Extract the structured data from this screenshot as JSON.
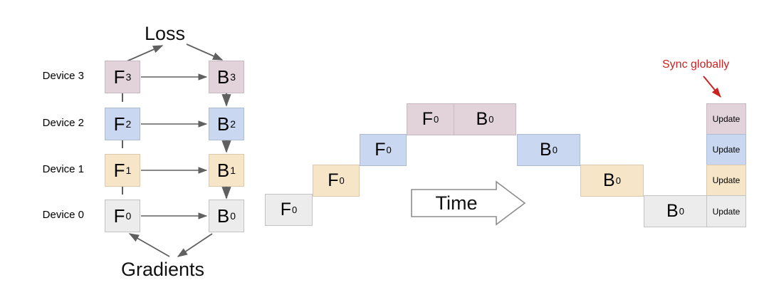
{
  "diagram": {
    "title_top": "Loss",
    "title_bottom": "Gradients",
    "time_label": "Time",
    "sync_label": "Sync globally",
    "colors": {
      "gray": "#ececec",
      "tan": "#f7e5c8",
      "blue": "#c9d7f0",
      "pink": "#e2d2da",
      "sync_red": "#cc2222",
      "border": "#b4b4b4"
    },
    "device_labels": [
      {
        "label": "Device 3"
      },
      {
        "label": "Device 2"
      },
      {
        "label": "Device 1"
      },
      {
        "label": "Device 0"
      }
    ],
    "forward_nodes": [
      {
        "letter": "F",
        "index": "3",
        "color": "pink"
      },
      {
        "letter": "F",
        "index": "2",
        "color": "blue"
      },
      {
        "letter": "F",
        "index": "1",
        "color": "tan"
      },
      {
        "letter": "F",
        "index": "0",
        "color": "gray"
      }
    ],
    "backward_nodes": [
      {
        "letter": "B",
        "index": "3",
        "color": "pink"
      },
      {
        "letter": "B",
        "index": "2",
        "color": "blue"
      },
      {
        "letter": "B",
        "index": "1",
        "color": "tan"
      },
      {
        "letter": "B",
        "index": "0",
        "color": "gray"
      }
    ],
    "timeline": {
      "forward_blocks": [
        {
          "letter": "F",
          "index": "0",
          "color": "gray",
          "device": "Device 0"
        },
        {
          "letter": "F",
          "index": "0",
          "color": "tan",
          "device": "Device 1"
        },
        {
          "letter": "F",
          "index": "0",
          "color": "blue",
          "device": "Device 2"
        },
        {
          "letter": "F",
          "index": "0",
          "color": "pink",
          "device": "Device 3"
        }
      ],
      "backward_blocks": [
        {
          "letter": "B",
          "index": "0",
          "color": "pink",
          "device": "Device 3"
        },
        {
          "letter": "B",
          "index": "0",
          "color": "blue",
          "device": "Device 2"
        },
        {
          "letter": "B",
          "index": "0",
          "color": "tan",
          "device": "Device 1"
        },
        {
          "letter": "B",
          "index": "0",
          "color": "gray",
          "device": "Device 0"
        }
      ],
      "update_blocks": [
        {
          "label": "Update",
          "color": "pink",
          "device": "Device 3"
        },
        {
          "label": "Update",
          "color": "blue",
          "device": "Device 2"
        },
        {
          "label": "Update",
          "color": "tan",
          "device": "Device 1"
        },
        {
          "label": "Update",
          "color": "gray",
          "device": "Device 0"
        }
      ]
    }
  }
}
